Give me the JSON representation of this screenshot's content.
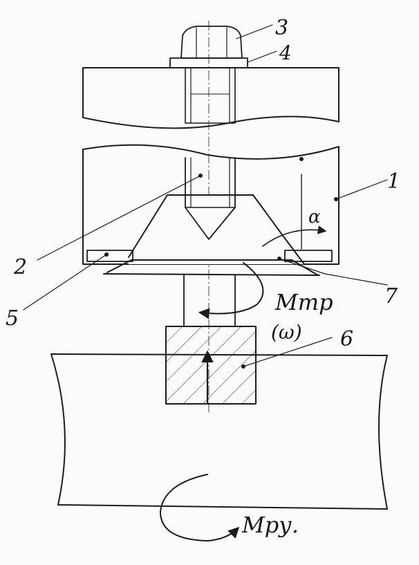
{
  "labels": {
    "l1": "1",
    "l2": "2",
    "l3": "3",
    "l4": "4",
    "l5": "5",
    "l6": "6",
    "l7": "7",
    "alpha": "α",
    "m_tr": "Mтр",
    "omega": "(ω)",
    "m_ru": "Mру."
  },
  "colors": {
    "ink": "#1b1b1b",
    "paper": "#fbfbfa"
  }
}
